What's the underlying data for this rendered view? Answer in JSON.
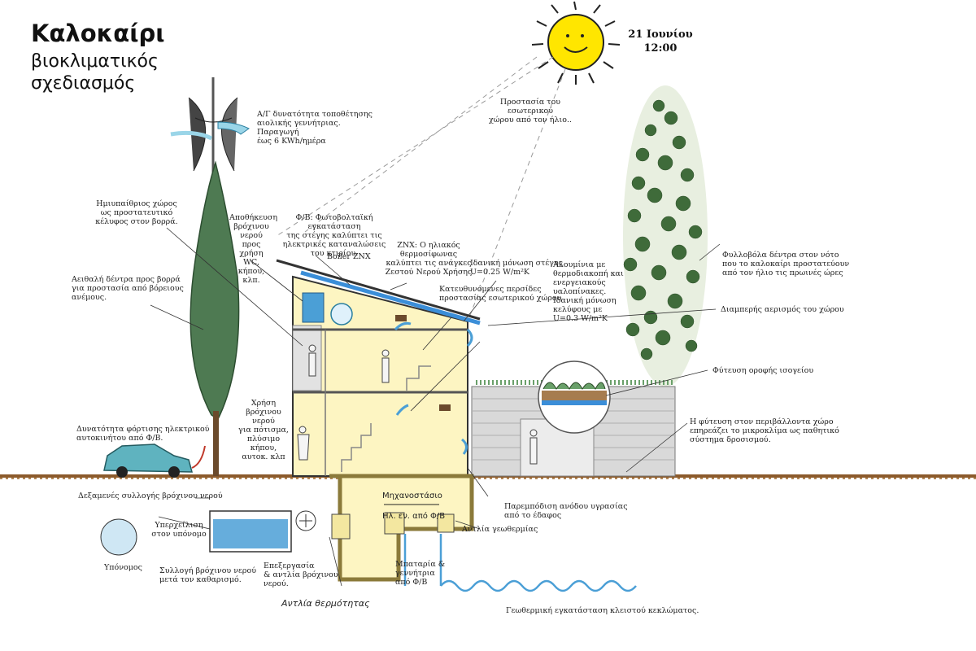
{
  "title": {
    "main": "Καλοκαίρι",
    "sub_line1": "βιοκλιματικός",
    "sub_line2": "σχεδιασμός"
  },
  "date": {
    "day": "21 Ιουνίου",
    "time": "12:00"
  },
  "labels": {
    "wind": [
      "Α/Γ δυνατότητα τοποθέτησης",
      "αιολικής γεννήτριας.",
      "Παραγωγή",
      "έως 6 KWh/ημέρα"
    ],
    "sun_protect": [
      "Προστασία του εσωτερικού",
      "χώρου από τον ήλιο.."
    ],
    "semi_open": [
      "Ημιυπαίθριος χώρος",
      "ως προστατευτικό",
      "κέλυφος στον βορρά."
    ],
    "evergreen": [
      "Αειθαλή δέντρα προς βορρά",
      "για προστασία από βόρειους",
      "ανέμους."
    ],
    "rain_storage": [
      "Αποθήκευση",
      "βρόχινου",
      "νερού",
      "προς χρήση",
      "WC,",
      "κήπου, κλπ."
    ],
    "pv": [
      "Φ/Β: Φωτοβολταϊκή εγκατάσταση",
      "της στέγης καλύπτει τις",
      "ηλεκτρικές καταναλώσεις",
      "του κτιρίου."
    ],
    "boiler": "Boiler ZNX",
    "znx": [
      "ZNX: Ο ηλιακός θερμοσίφωνας",
      "καλύπτει τις ανάγκες",
      "Ζεστού Νερού Χρήσης"
    ],
    "roof_insulation": [
      "Ιδανική μόνωση στέγης",
      "U=0.25 W/m²K"
    ],
    "louvres": [
      "Κατευθυνόμενες περσίδες",
      "προστασίας εσωτερικού χώρου"
    ],
    "aluminium": [
      "Αλουμίνια με",
      "θερμοδιακοπή και",
      "ενεργειακούς",
      "υαλοπίνακες.",
      "Ιδανική μόνωση",
      "κελύφους με",
      "U=0.3 W/m²K"
    ],
    "deciduous": [
      "Φυλλοβόλα δέντρα στον νότο",
      "που το καλοκαίρι προστατεύουν",
      "από τον ήλιο τις πρωινές ώρες"
    ],
    "ventilation": "Διαμπερής αερισμός του χώρου",
    "green_roof": "Φύτευση οροφής ισογείου",
    "planting": [
      "Η φύτευση στον περιβάλλοντα χώρο",
      "επηρεάζει το μικροκλίμα ως παθητικό",
      "σύστημα δροσισμού."
    ],
    "rain_use": [
      "Χρήση βρόχινου",
      "νερού",
      "για πότισμα,",
      "πλύσιμο",
      "κήπου,",
      "αυτοκ. κλπ"
    ],
    "ev_charge": [
      "Δυνατότητα φόρτισης ηλεκτρικού",
      "αυτοκινήτου από Φ/Β."
    ],
    "machine_room": "Μηχανοστάσιο",
    "power_pv": "Ηλ. εν. από Φ/Β",
    "tank": "Δεξαμενές συλλογής βρόχινου νερού",
    "overflow": [
      "Υπερχείλιση",
      "στον υπόνομο"
    ],
    "sewer": "Υπόνομος",
    "rain_collect": [
      "Συλλογή βρόχινου νερού",
      "μετά τον καθαρισμό."
    ],
    "processing": [
      "Επεξεργασία",
      "& αντλία βρόχινου",
      "νερού."
    ],
    "battery": [
      "Μπαταρία &",
      "γεννήτρια",
      "από Φ/Β"
    ],
    "geo_pump": "Αντλία γεωθερμίας",
    "damp": [
      "Παρεμπόδιση ανόδου υγρασίας",
      "από το έδαφος"
    ],
    "heat_pump": "Αντλία θερμότητας",
    "geo_install": "Γεωθερμική εγκατάσταση κλειστού κεκλώματος."
  },
  "colors": {
    "interior": "#fdf5c2",
    "interior_dark": "#f3e7a0",
    "tree_green": "#4e7a52",
    "leaf_green": "#3f6b3a",
    "sun_yellow": "#ffe600",
    "ground_brown": "#a67c4f",
    "water_blue": "#4b9fd6",
    "roof_blue": "#3b8ed8",
    "car_teal": "#5fb3bf"
  }
}
